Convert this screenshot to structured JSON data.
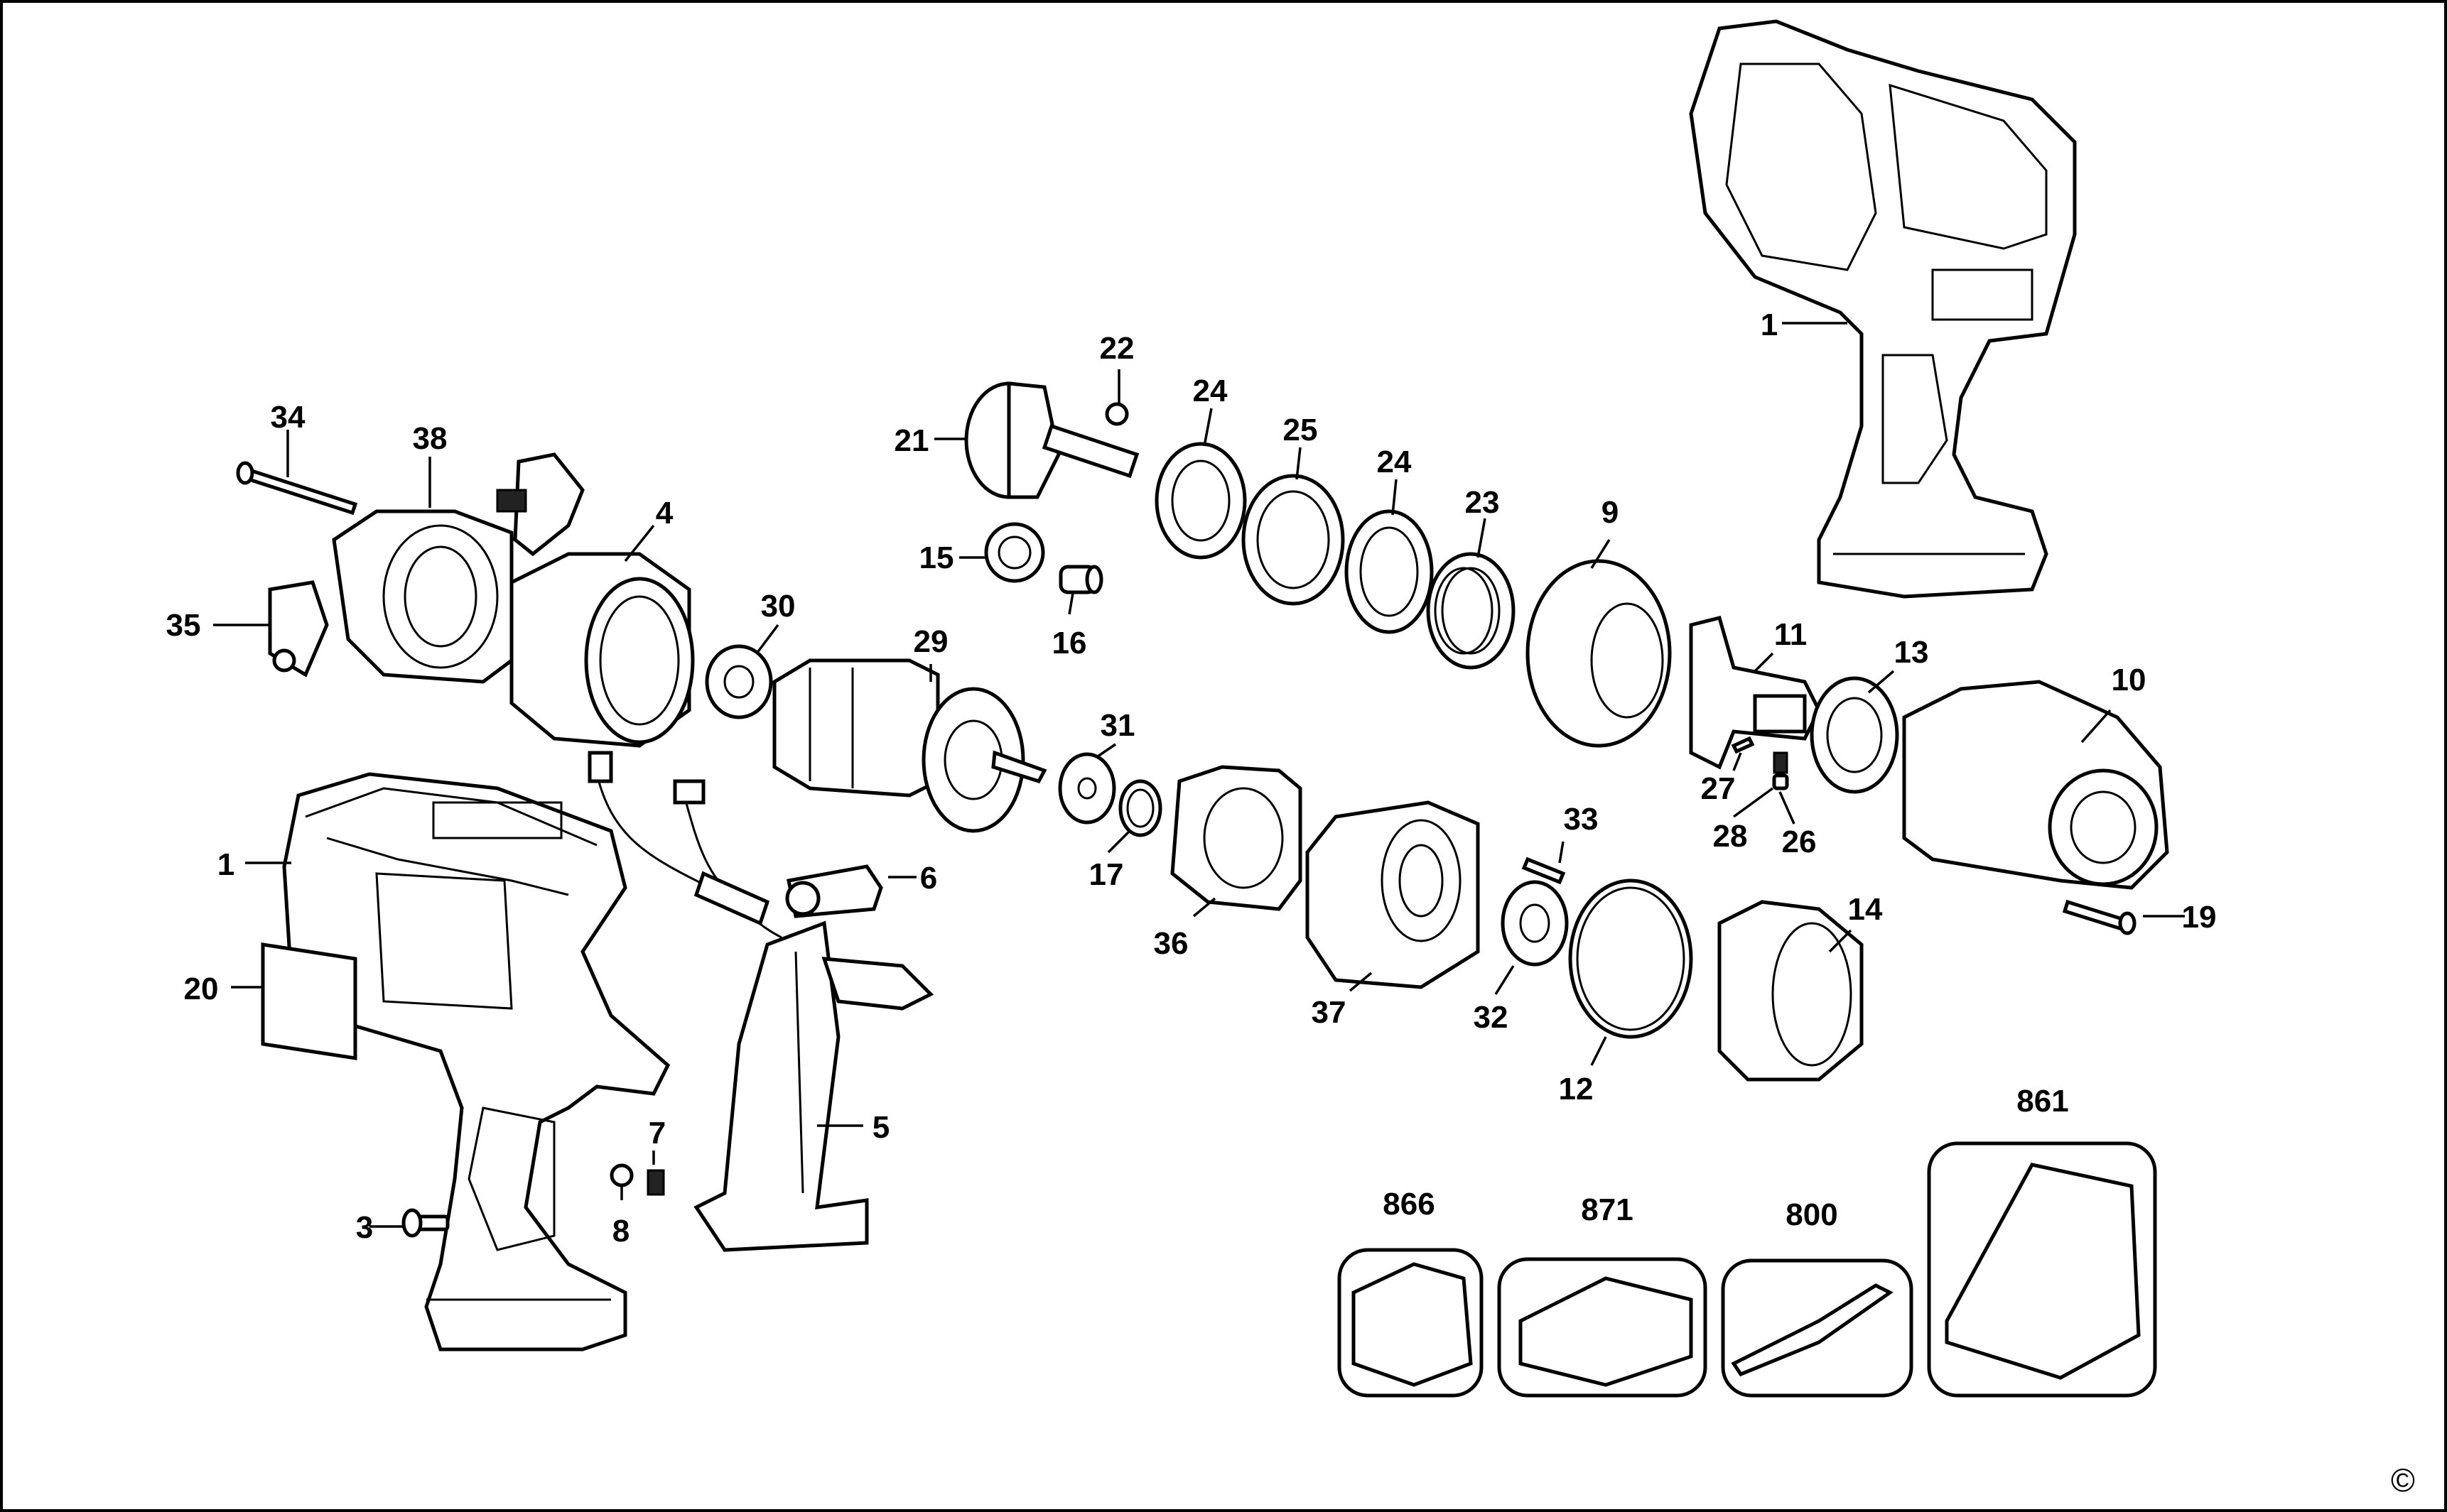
{
  "diagram": {
    "callouts": [
      {
        "id": "c1a",
        "label": "1"
      },
      {
        "id": "c1b",
        "label": "1"
      },
      {
        "id": "c3",
        "label": "3"
      },
      {
        "id": "c4",
        "label": "4"
      },
      {
        "id": "c5",
        "label": "5"
      },
      {
        "id": "c6",
        "label": "6"
      },
      {
        "id": "c7",
        "label": "7"
      },
      {
        "id": "c8",
        "label": "8"
      },
      {
        "id": "c9",
        "label": "9"
      },
      {
        "id": "c10",
        "label": "10"
      },
      {
        "id": "c11",
        "label": "11"
      },
      {
        "id": "c12",
        "label": "12"
      },
      {
        "id": "c13",
        "label": "13"
      },
      {
        "id": "c14",
        "label": "14"
      },
      {
        "id": "c15",
        "label": "15"
      },
      {
        "id": "c16",
        "label": "16"
      },
      {
        "id": "c17",
        "label": "17"
      },
      {
        "id": "c19",
        "label": "19"
      },
      {
        "id": "c20",
        "label": "20"
      },
      {
        "id": "c21",
        "label": "21"
      },
      {
        "id": "c22",
        "label": "22"
      },
      {
        "id": "c23",
        "label": "23"
      },
      {
        "id": "c24a",
        "label": "24"
      },
      {
        "id": "c24b",
        "label": "24"
      },
      {
        "id": "c25",
        "label": "25"
      },
      {
        "id": "c26",
        "label": "26"
      },
      {
        "id": "c27",
        "label": "27"
      },
      {
        "id": "c28",
        "label": "28"
      },
      {
        "id": "c29",
        "label": "29"
      },
      {
        "id": "c30",
        "label": "30"
      },
      {
        "id": "c31",
        "label": "31"
      },
      {
        "id": "c32",
        "label": "32"
      },
      {
        "id": "c33",
        "label": "33"
      },
      {
        "id": "c34",
        "label": "34"
      },
      {
        "id": "c35",
        "label": "35"
      },
      {
        "id": "c36",
        "label": "36"
      },
      {
        "id": "c37",
        "label": "37"
      },
      {
        "id": "c38",
        "label": "38"
      },
      {
        "id": "c861",
        "label": "861"
      },
      {
        "id": "c866",
        "label": "866"
      },
      {
        "id": "c871",
        "label": "871"
      },
      {
        "id": "c800",
        "label": "800"
      }
    ],
    "copyright_mark": "©"
  }
}
